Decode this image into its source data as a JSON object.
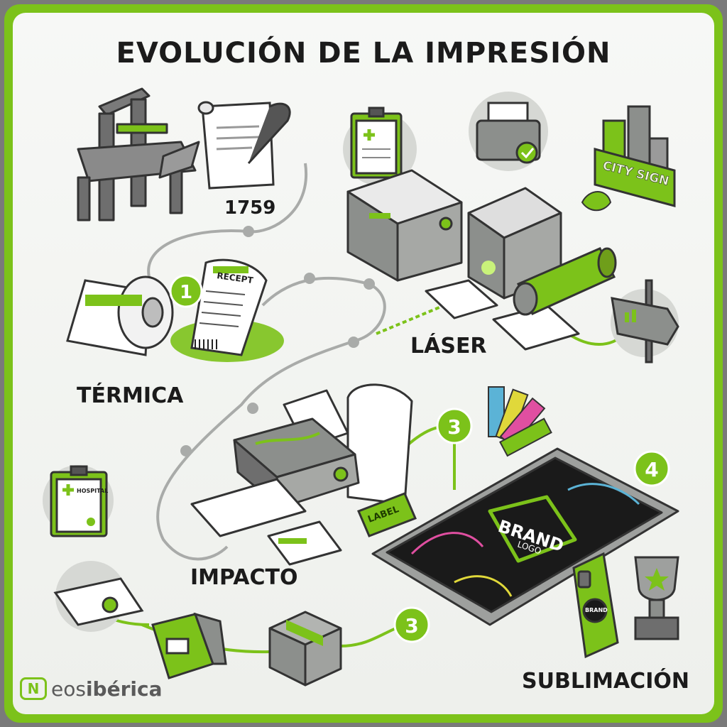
{
  "title": "EVOLUCIÓN DE LA IMPRESIÓN",
  "sections": {
    "termica": "TÉRMICA",
    "laser": "LÁSER",
    "impacto": "IMPACTO",
    "sublimacion": "SUBLIMACIÓN"
  },
  "year": "1759",
  "steps": [
    "1",
    "3",
    "3",
    "4"
  ],
  "illustration_text": {
    "receipt": "RECEPT",
    "hospital": "HOSPITAL",
    "label": "LABEL",
    "city_sign": "CITY SIGN",
    "brand": "BRAND",
    "logo": "LOGO",
    "phone_brand": "BRAND"
  },
  "brand": {
    "mark": "N",
    "light": "eos",
    "bold": "ibérica"
  },
  "colors": {
    "accent": "#7cc21a",
    "frame": "#7a7a7a",
    "dark": "#1b1b1b",
    "device": "#8c8f8c"
  }
}
